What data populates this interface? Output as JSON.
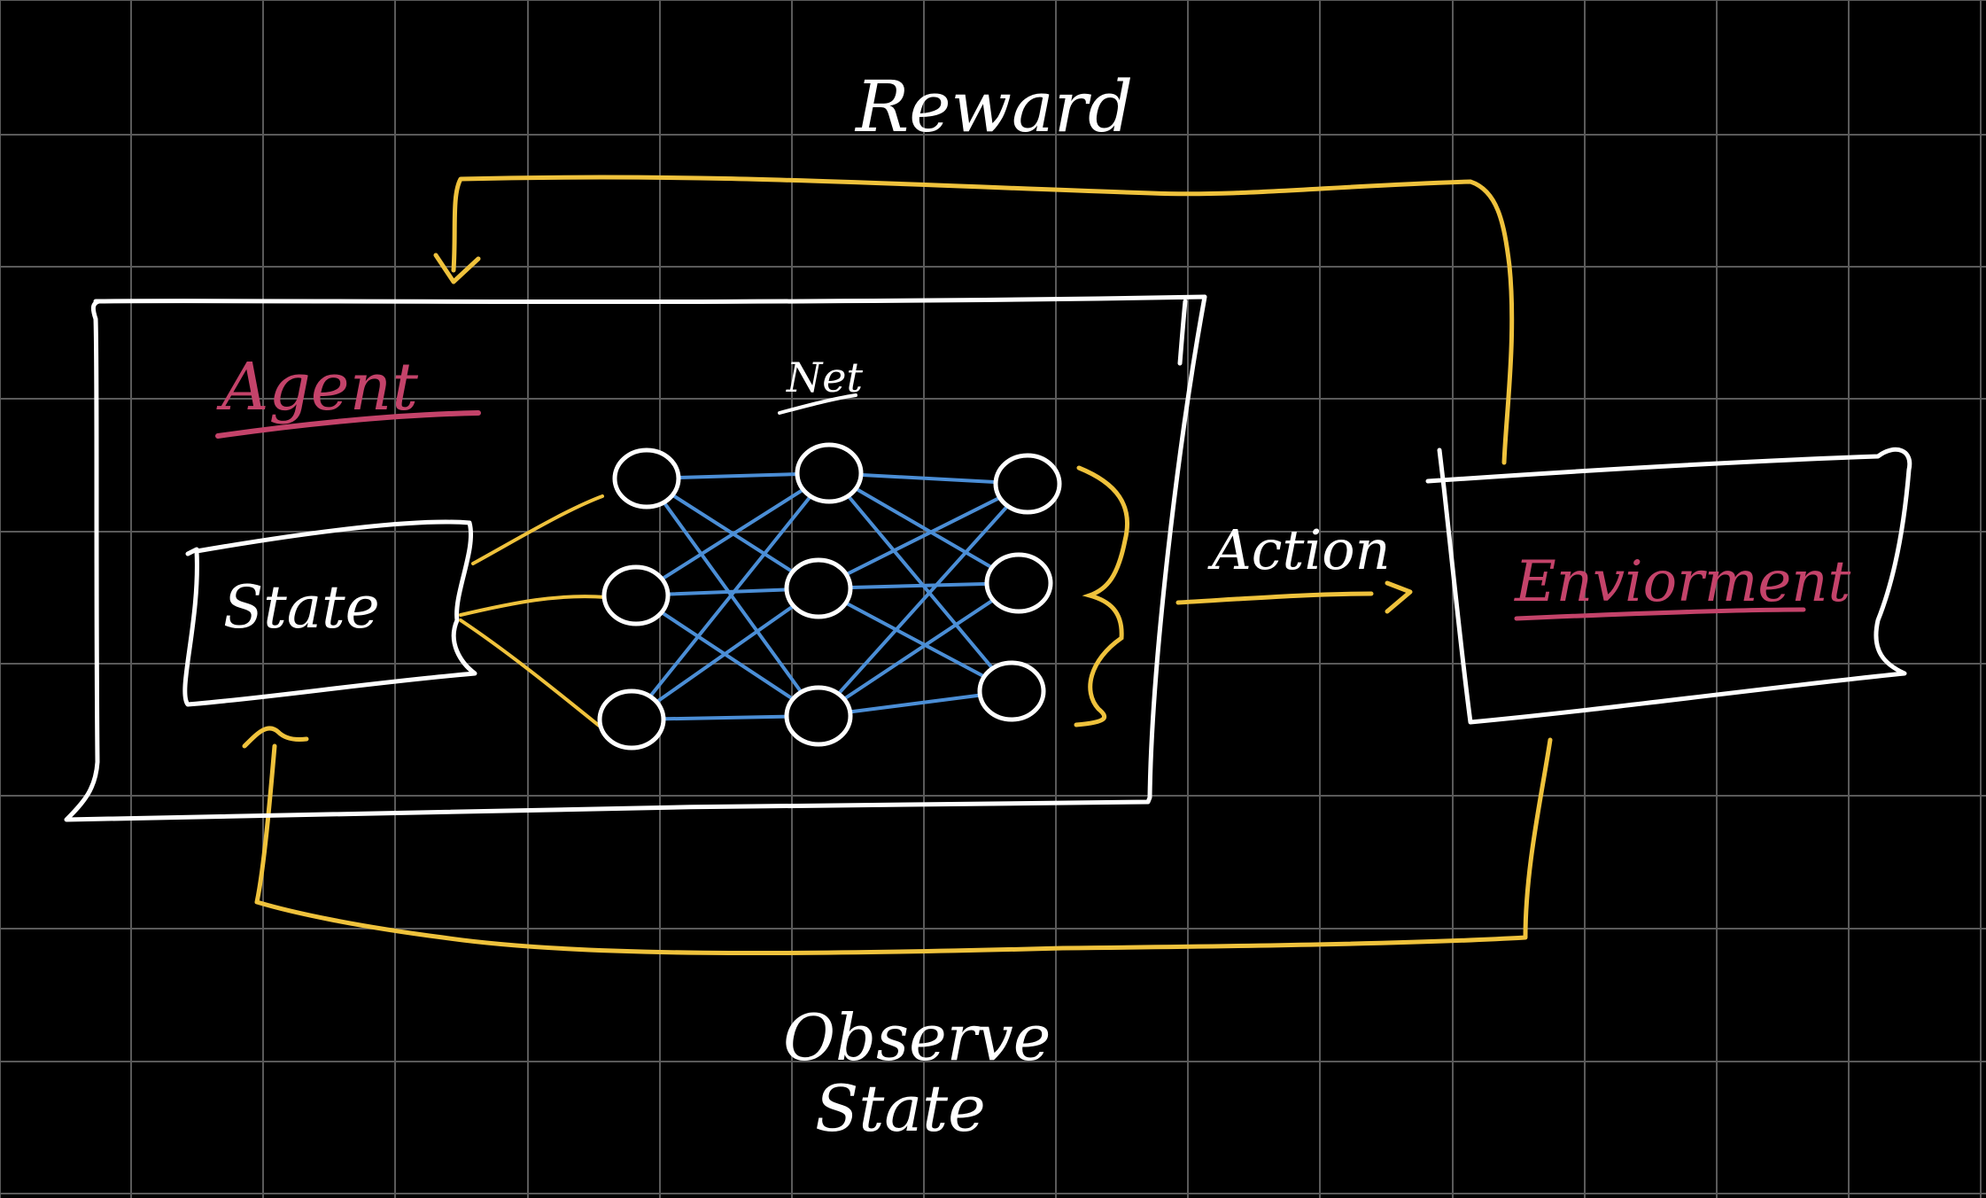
{
  "colors": {
    "background": "#000000",
    "grid": "#5a5a5a",
    "ink_white": "#ffffff",
    "ink_yellow": "#efc23c",
    "ink_blue": "#4b8ed6",
    "ink_pink": "#c4436a"
  },
  "labels": {
    "reward": "Reward",
    "agent": "Agent",
    "net": "Net",
    "state": "State",
    "action": "Action",
    "environment": "Enviorment",
    "observe": "Observe",
    "observe_state": "State"
  }
}
